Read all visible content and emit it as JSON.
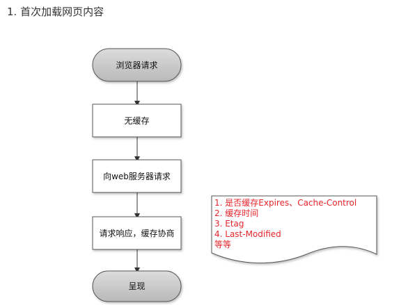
{
  "heading": "1. 首次加载网页内容",
  "flow": {
    "start": "浏览器请求",
    "step1": "无缓存",
    "step2": "向web服务器请求",
    "step3": "请求响应，缓存协商",
    "end": "呈现"
  },
  "note": {
    "lines": [
      "1. 是否缓存Expires、Cache-Control",
      "2. 缓存时间",
      "3. Etag",
      "4. Last-Modified",
      "等等"
    ]
  },
  "colors": {
    "terminal_fill": "#c8c8c8",
    "note_text": "#e8242b",
    "border": "#555555"
  }
}
